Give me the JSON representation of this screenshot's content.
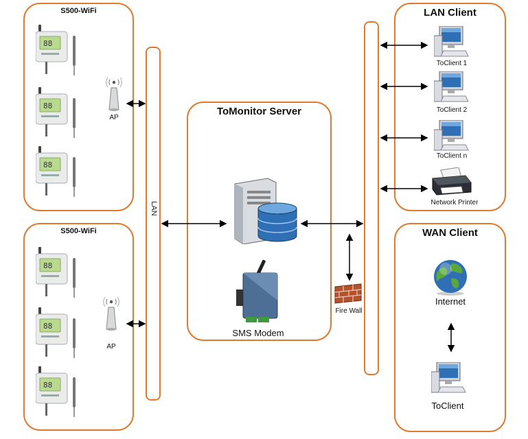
{
  "groups": {
    "s500_top_title": "S500-WiFi",
    "s500_bottom_title": "S500-WiFi",
    "server_title": "ToMonitor Server",
    "lan_client_title": "LAN Client",
    "wan_client_title": "WAN Client"
  },
  "labels": {
    "ap_top": "AP",
    "ap_bottom": "AP",
    "lan_bus": "LAN",
    "sms_modem": "SMS Modem",
    "fire_wall": "Fire Wall",
    "client_1": "ToClient 1",
    "client_2": "ToClient 2",
    "client_n": "ToClient n",
    "network_printer": "Network Printer",
    "internet": "Internet",
    "wan_toclient": "ToClient"
  },
  "colors": {
    "border": "#e07a2e",
    "screen_green": "#b9d98c",
    "server_blue": "#2f6fb5"
  }
}
